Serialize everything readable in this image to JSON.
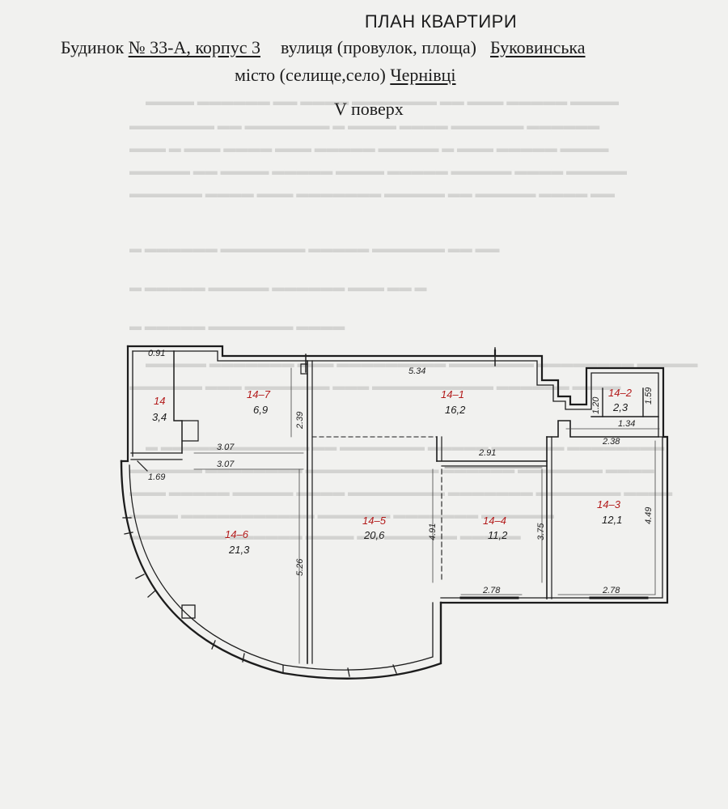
{
  "header": {
    "title": "ПЛАН КВАРТИРИ",
    "building_label": "Будинок",
    "building_value": "№ 33-А, корпус 3",
    "street_label": "вулиця (провулок, площа)",
    "street_value": "Буковинська",
    "city_label": "місто (селище,село)",
    "city_value": "Чернівці",
    "floor": "V поверх"
  },
  "rooms": [
    {
      "id": "14",
      "area": "3,4"
    },
    {
      "id": "14–7",
      "area": "6,9"
    },
    {
      "id": "14–1",
      "area": "16,2"
    },
    {
      "id": "14–2",
      "area": "2,3"
    },
    {
      "id": "14–6",
      "area": "21,3"
    },
    {
      "id": "14–5",
      "area": "20,6"
    },
    {
      "id": "14–4",
      "area": "11,2"
    },
    {
      "id": "14–3",
      "area": "12,1"
    }
  ],
  "dimensions": {
    "d_091": "0.91",
    "d_534": "5.34",
    "d_120": "1.20",
    "d_159": "1.59",
    "d_134": "1.34",
    "d_239": "2.39",
    "d_307a": "3.07",
    "d_307b": "3.07",
    "d_169": "1.69",
    "d_291": "2.91",
    "d_238": "2.38",
    "d_491": "4.91",
    "d_375": "3.75",
    "d_449": "4.49",
    "d_526": "5.26",
    "d_278a": "2.78",
    "d_278b": "2.78"
  },
  "colors": {
    "ink": "#1c1c1c",
    "room_id": "#b31b1b",
    "paper": "#f1f1ef"
  }
}
